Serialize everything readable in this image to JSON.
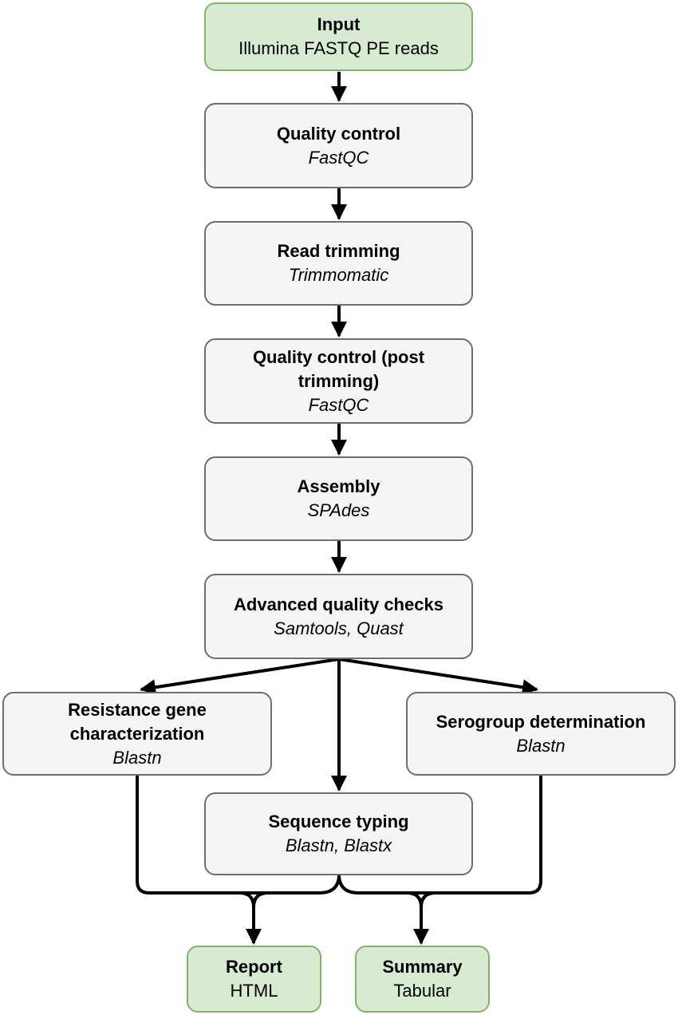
{
  "theme": {
    "process_fill": "#f5f5f5",
    "process_stroke": "#6e6e6e",
    "io_fill": "#d9ead3",
    "io_stroke": "#82b366",
    "edge_color": "#000000"
  },
  "nodes": {
    "input": {
      "title": "Input",
      "sub": "Illumina FASTQ PE reads"
    },
    "qc": {
      "title": "Quality control",
      "sub": "FastQC"
    },
    "trim": {
      "title": "Read trimming",
      "sub": "Trimmomatic"
    },
    "qc_post": {
      "title": "Quality control (post trimming)",
      "sub": "FastQC"
    },
    "assembly": {
      "title": "Assembly",
      "sub": "SPAdes"
    },
    "adv_qc": {
      "title": "Advanced quality checks",
      "sub": "Samtools, Quast"
    },
    "resistance": {
      "title": "Resistance gene characterization",
      "sub": "Blastn"
    },
    "serogroup": {
      "title": "Serogroup determination",
      "sub": "Blastn"
    },
    "seq_typing": {
      "title": "Sequence typing",
      "sub": "Blastn, Blastx"
    },
    "report": {
      "title": "Report",
      "sub": "HTML"
    },
    "summary": {
      "title": "Summary",
      "sub": "Tabular"
    }
  }
}
